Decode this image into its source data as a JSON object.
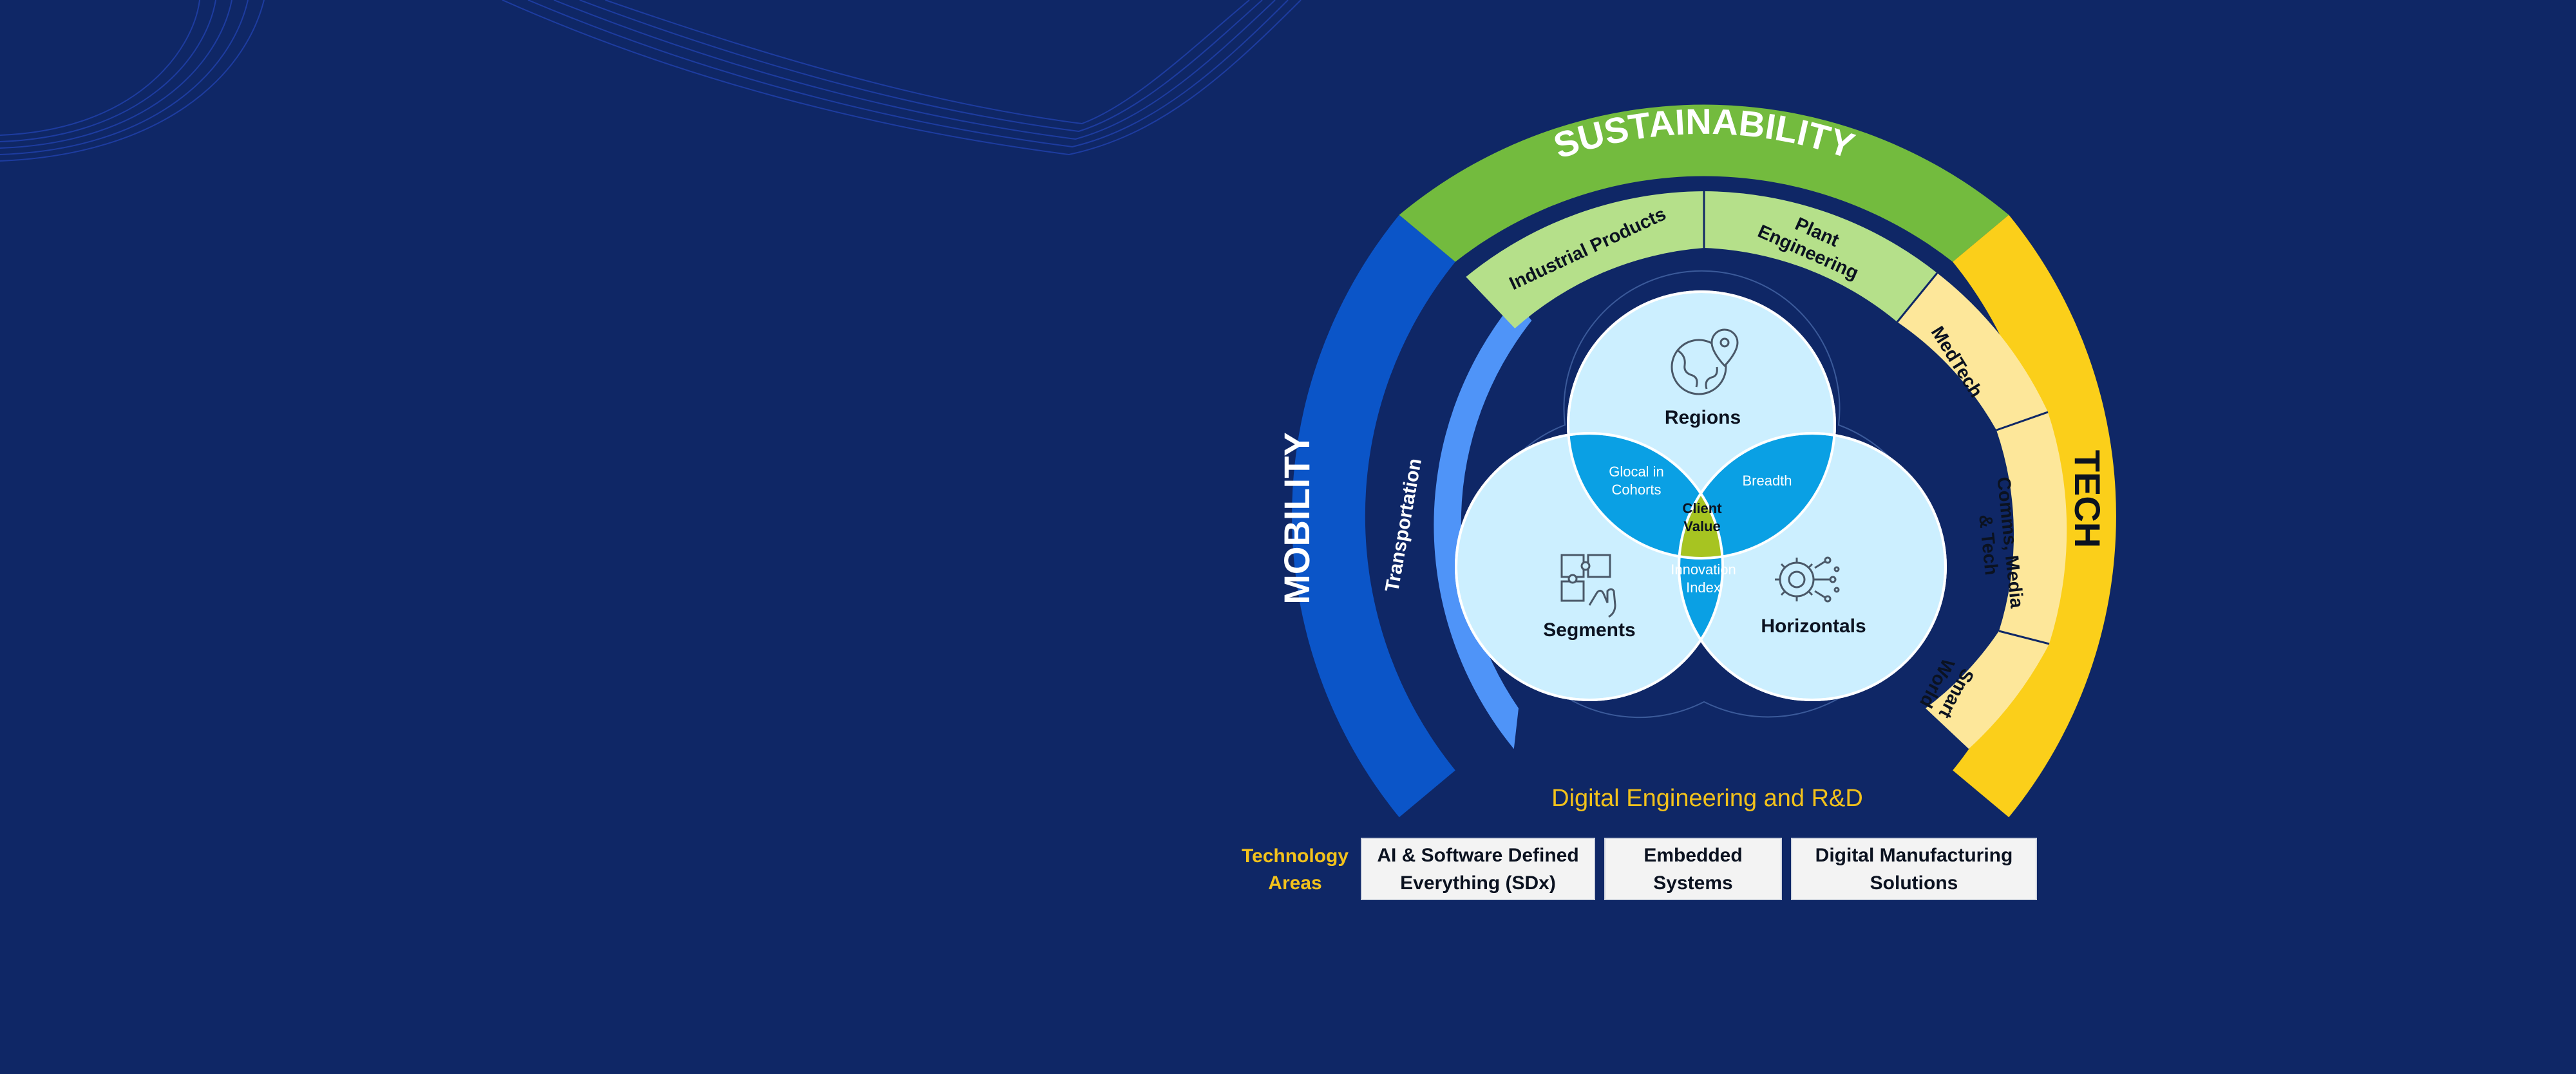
{
  "colors": {
    "background": "#0f2766",
    "mobility": "#0b55c8",
    "transportation": "#4f94f8",
    "sustainability": "#73bb3e",
    "sustainability_light": "#b5e08a",
    "tech": "#fbcf1a",
    "tech_light": "#fde79a",
    "circle_fill": "#ccefff",
    "lens_blue": "#0aa0e4",
    "center_green": "#a7c421",
    "accent_text": "#f3c21b"
  },
  "outer_ring": {
    "mobility": "MOBILITY",
    "sustainability": "SUSTAINABILITY",
    "tech": "TECH"
  },
  "inner_ring": {
    "transportation": "Transportation",
    "industrial_products": "Industrial Products",
    "plant_engineering_line1": "Plant",
    "plant_engineering_line2": "Engineering",
    "medtech": "MedTech",
    "comms_line1": "Comms, Media",
    "comms_line2": "& Tech",
    "smart_world_line1": "Smart",
    "smart_world_line2": "World"
  },
  "venn": {
    "regions": "Regions",
    "segments": "Segments",
    "horizontals": "Horizontals",
    "glocal_line1": "Glocal in",
    "glocal_line2": "Cohorts",
    "breadth": "Breadth",
    "innovation_line1": "Innovation",
    "innovation_line2": "Index",
    "client_value_line1": "Client",
    "client_value_line2": "Value",
    "icons": [
      "globe-pin-icon",
      "puzzle-hand-icon",
      "gear-network-icon"
    ]
  },
  "digital_engineering": "Digital Engineering and R&D",
  "technology_areas": {
    "label_line1": "Technology",
    "label_line2": "Areas",
    "boxes": [
      {
        "line1": "AI & Software Defined",
        "line2": "Everything (SDx)"
      },
      {
        "line1": "Embedded",
        "line2": "Systems"
      },
      {
        "line1": "Digital Manufacturing",
        "line2": "Solutions"
      }
    ]
  }
}
